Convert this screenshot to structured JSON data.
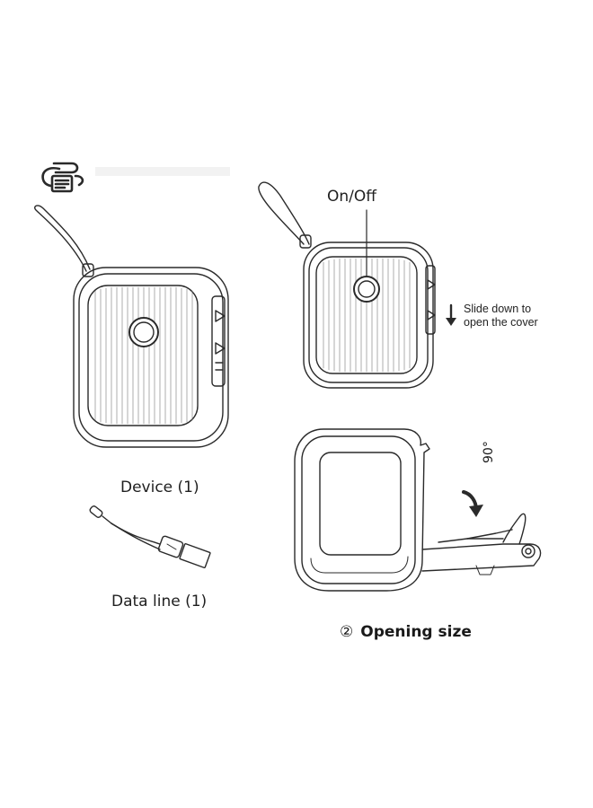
{
  "labels": {
    "device": "Device (1)",
    "data_line": "Data line (1)",
    "on_off": "On/Off",
    "slide_line1": "Slide down to",
    "slide_line2": "open the cover",
    "angle": "90°",
    "caption_marker": "②",
    "caption_text": "Opening size"
  },
  "icons": {
    "printer": "printer-icon",
    "arrow": "arrow-down-icon",
    "curved_arrow": "curved-arrow-icon"
  },
  "colors": {
    "line": "#2a2a2a",
    "fill": "#ffffff"
  }
}
